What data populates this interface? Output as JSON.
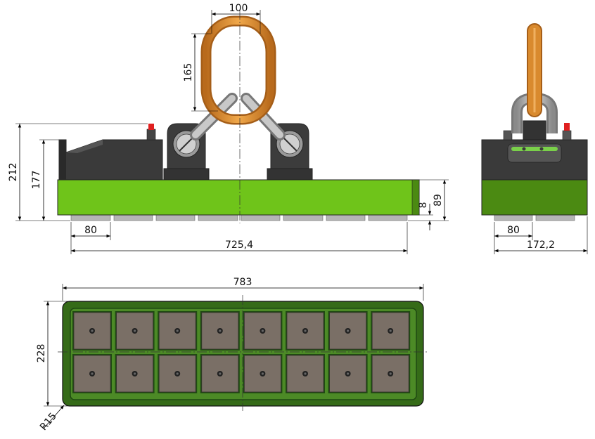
{
  "dimensions": {
    "ring_width": "100",
    "ring_height": "165",
    "total_height": "212",
    "housing_height": "177",
    "base_height": "89",
    "pole_height": "8",
    "pole_width_front": "80",
    "pole_span": "725,4",
    "pole_width_side": "80",
    "side_width": "172,2",
    "overall_length": "783",
    "overall_width": "228",
    "corner_radius": "R15"
  },
  "colors": {
    "green_body": "#6fc41a",
    "green_dark": "#4b8a12",
    "housing": "#3a3a3a",
    "ring": "#d98a2e",
    "pole_gray": "#b5b5b5",
    "pad_fill": "#7a6f66",
    "top_green": "#356b18",
    "grid_green": "#1f4a12",
    "red_button": "#e02020"
  },
  "bottom_view": {
    "rows": 2,
    "cols": 8
  }
}
